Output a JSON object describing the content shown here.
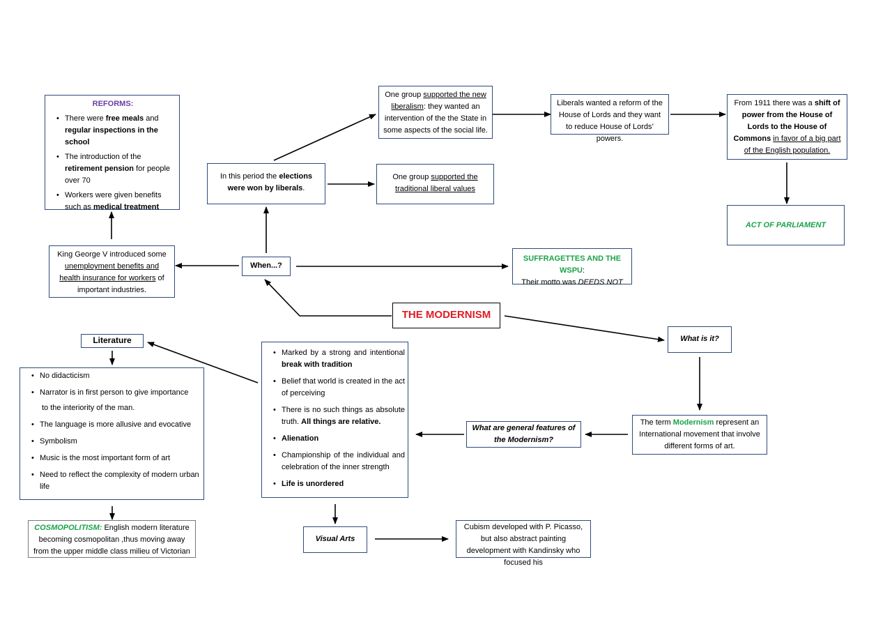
{
  "reforms": {
    "title": "REFORMS:",
    "items": [
      {
        "pre": "There were ",
        "b1": "free meals",
        "mid": "  and ",
        "b2": "regular inspections in the school",
        "post": ""
      },
      {
        "pre": "The introduction of the ",
        "b1": "retirement pension",
        "mid": " for people over 70",
        "b2": "",
        "post": ""
      },
      {
        "pre": "Workers were given benefits such as ",
        "b1": "medical treatment",
        "mid": "",
        "b2": "",
        "post": ""
      }
    ]
  },
  "liberalism": {
    "pre": "One group ",
    "u": "supported the new liberalism",
    "post": ": they wanted an intervention of the the State in some aspects of the social life."
  },
  "lords_reform": "Liberals wanted a reform of the House of Lords and they want to reduce House of Lords’ powers.",
  "shift": {
    "pre": "From 1911 there was a ",
    "b": "shift of power from the House of Lords to the House of Commons",
    "sp": " ",
    "u": "in favor of a big part of the English population."
  },
  "elections": {
    "pre": "In this period the ",
    "b": "elections were won by liberals",
    "post": "."
  },
  "traditional": {
    "pre": "One group ",
    "u": "supported the traditional liberal values"
  },
  "act": "ACT OF PARLIAMENT",
  "king": {
    "pre": "King George V introduced some ",
    "u": "unemployment benefits and health insurance for workers",
    "post": " of important industries."
  },
  "when": "When...?",
  "suffragettes": {
    "title": "SUFFRAGETTES AND THE WSPU",
    "colon": ":",
    "pre": "Their motto was ",
    "i": "DEEDS NOT"
  },
  "main_title": "THE MODERNISM",
  "what_is_it": "What is it?",
  "literature": {
    "title": "Literature",
    "items": [
      "No didacticism",
      "Narrator is in first person to give importance",
      "to the interiority of the man.",
      "The language is more allusive and evocative",
      "Symbolism",
      "Music is the most important form of art",
      "Need to reflect the complexity of modern urban life"
    ]
  },
  "features": {
    "items": [
      {
        "pre": "Marked by a strong and intentional ",
        "b": "break with tradition"
      },
      {
        "pre": "Belief that world is created in the act of perceiving",
        "b": ""
      },
      {
        "pre": "There is no such things as absolute truth. ",
        "b": "All things are relative."
      },
      {
        "pre": "",
        "b": "Alienation"
      },
      {
        "pre": "Championship of the individual and celebration of the inner strength",
        "b": ""
      },
      {
        "pre": "",
        "b": "Life is unordered"
      }
    ]
  },
  "general_features": "What are general features of the Modernism?",
  "term": {
    "pre": "The term ",
    "g": "Modernism",
    "post": " represent an International movement that involve different forms of art."
  },
  "cosmopolitism": {
    "title": "COSMOPOLITISM:",
    "text": "  English modern literature becoming cosmopolitan ,thus moving away from the upper middle class milieu of Victorian"
  },
  "visual_arts": "Visual Arts",
  "cubism": "Cubism developed with P. Picasso, but also abstract painting development with Kandinsky who focused his",
  "colors": {
    "border": "#2f4a7a",
    "red": "#e31b23",
    "green": "#1aa34a",
    "purple": "#6a3da3"
  }
}
